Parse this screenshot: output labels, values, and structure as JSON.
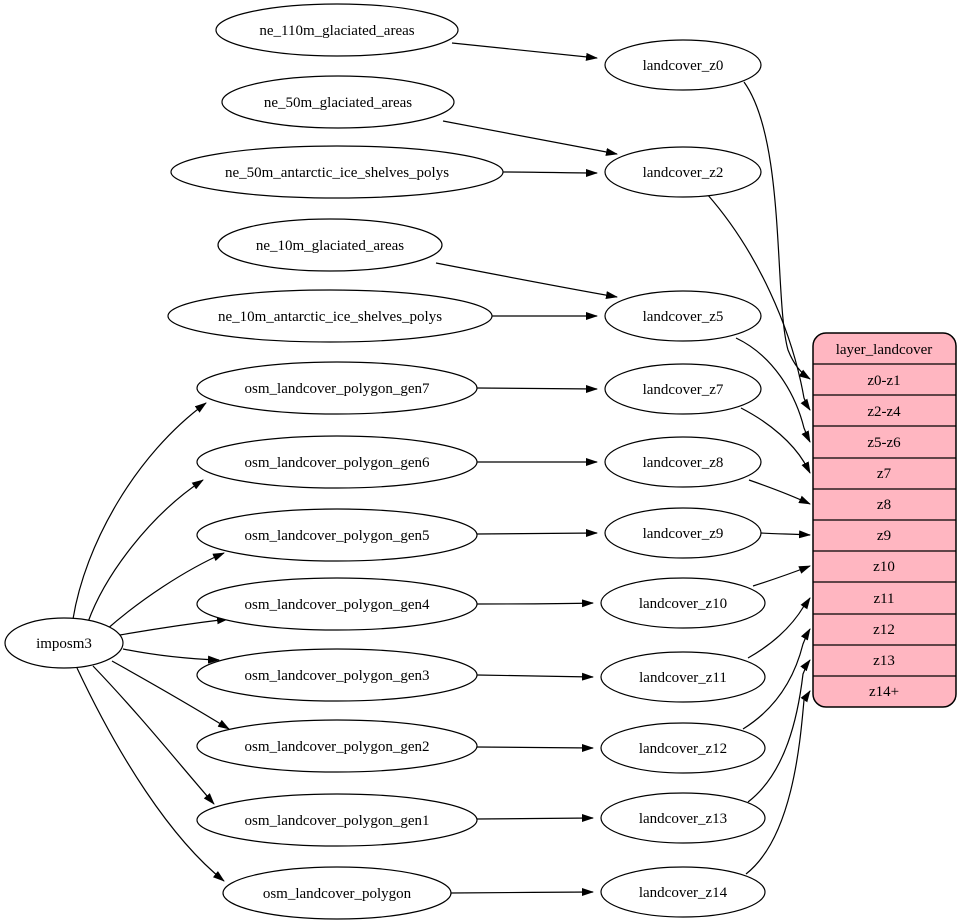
{
  "diagram": {
    "kind": "graphviz-flow-diagram",
    "background": "#ffffff",
    "edge_color": "#000000",
    "node_fill": "#ffffff",
    "node_stroke": "#000000"
  },
  "nodes": {
    "imposm3": "imposm3",
    "ne_110m_glaciated_areas": "ne_110m_glaciated_areas",
    "ne_50m_glaciated_areas": "ne_50m_glaciated_areas",
    "ne_50m_antarctic_ice_shelves_polys": "ne_50m_antarctic_ice_shelves_polys",
    "ne_10m_glaciated_areas": "ne_10m_glaciated_areas",
    "ne_10m_antarctic_ice_shelves_polys": "ne_10m_antarctic_ice_shelves_polys",
    "osm_landcover_polygon_gen7": "osm_landcover_polygon_gen7",
    "osm_landcover_polygon_gen6": "osm_landcover_polygon_gen6",
    "osm_landcover_polygon_gen5": "osm_landcover_polygon_gen5",
    "osm_landcover_polygon_gen4": "osm_landcover_polygon_gen4",
    "osm_landcover_polygon_gen3": "osm_landcover_polygon_gen3",
    "osm_landcover_polygon_gen2": "osm_landcover_polygon_gen2",
    "osm_landcover_polygon_gen1": "osm_landcover_polygon_gen1",
    "osm_landcover_polygon": "osm_landcover_polygon",
    "landcover_z0": "landcover_z0",
    "landcover_z2": "landcover_z2",
    "landcover_z5": "landcover_z5",
    "landcover_z7": "landcover_z7",
    "landcover_z8": "landcover_z8",
    "landcover_z9": "landcover_z9",
    "landcover_z10": "landcover_z10",
    "landcover_z11": "landcover_z11",
    "landcover_z12": "landcover_z12",
    "landcover_z13": "landcover_z13",
    "landcover_z14": "landcover_z14"
  },
  "table": {
    "title": "layer_landcover",
    "rows": [
      "z0-z1",
      "z2-z4",
      "z5-z6",
      "z7",
      "z8",
      "z9",
      "z10",
      "z11",
      "z12",
      "z13",
      "z14+"
    ],
    "fill": "#ffb6c1",
    "stroke": "#000000"
  },
  "edges": [
    {
      "from": "imposm3",
      "to": "osm_landcover_polygon_gen7"
    },
    {
      "from": "imposm3",
      "to": "osm_landcover_polygon_gen6"
    },
    {
      "from": "imposm3",
      "to": "osm_landcover_polygon_gen5"
    },
    {
      "from": "imposm3",
      "to": "osm_landcover_polygon_gen4"
    },
    {
      "from": "imposm3",
      "to": "osm_landcover_polygon_gen3"
    },
    {
      "from": "imposm3",
      "to": "osm_landcover_polygon_gen2"
    },
    {
      "from": "imposm3",
      "to": "osm_landcover_polygon_gen1"
    },
    {
      "from": "imposm3",
      "to": "osm_landcover_polygon"
    },
    {
      "from": "ne_110m_glaciated_areas",
      "to": "landcover_z0"
    },
    {
      "from": "ne_50m_glaciated_areas",
      "to": "landcover_z2"
    },
    {
      "from": "ne_50m_antarctic_ice_shelves_polys",
      "to": "landcover_z2"
    },
    {
      "from": "ne_10m_glaciated_areas",
      "to": "landcover_z5"
    },
    {
      "from": "ne_10m_antarctic_ice_shelves_polys",
      "to": "landcover_z5"
    },
    {
      "from": "osm_landcover_polygon_gen7",
      "to": "landcover_z7"
    },
    {
      "from": "osm_landcover_polygon_gen6",
      "to": "landcover_z8"
    },
    {
      "from": "osm_landcover_polygon_gen5",
      "to": "landcover_z9"
    },
    {
      "from": "osm_landcover_polygon_gen4",
      "to": "landcover_z10"
    },
    {
      "from": "osm_landcover_polygon_gen3",
      "to": "landcover_z11"
    },
    {
      "from": "osm_landcover_polygon_gen2",
      "to": "landcover_z12"
    },
    {
      "from": "osm_landcover_polygon_gen1",
      "to": "landcover_z13"
    },
    {
      "from": "osm_landcover_polygon",
      "to": "landcover_z14"
    },
    {
      "from": "landcover_z0",
      "to": "layer_landcover",
      "to_port": "z0-z1"
    },
    {
      "from": "landcover_z2",
      "to": "layer_landcover",
      "to_port": "z2-z4"
    },
    {
      "from": "landcover_z5",
      "to": "layer_landcover",
      "to_port": "z5-z6"
    },
    {
      "from": "landcover_z7",
      "to": "layer_landcover",
      "to_port": "z7"
    },
    {
      "from": "landcover_z8",
      "to": "layer_landcover",
      "to_port": "z8"
    },
    {
      "from": "landcover_z9",
      "to": "layer_landcover",
      "to_port": "z9"
    },
    {
      "from": "landcover_z10",
      "to": "layer_landcover",
      "to_port": "z10"
    },
    {
      "from": "landcover_z11",
      "to": "layer_landcover",
      "to_port": "z11"
    },
    {
      "from": "landcover_z12",
      "to": "layer_landcover",
      "to_port": "z12"
    },
    {
      "from": "landcover_z13",
      "to": "layer_landcover",
      "to_port": "z13"
    },
    {
      "from": "landcover_z14",
      "to": "layer_landcover",
      "to_port": "z14+"
    }
  ]
}
